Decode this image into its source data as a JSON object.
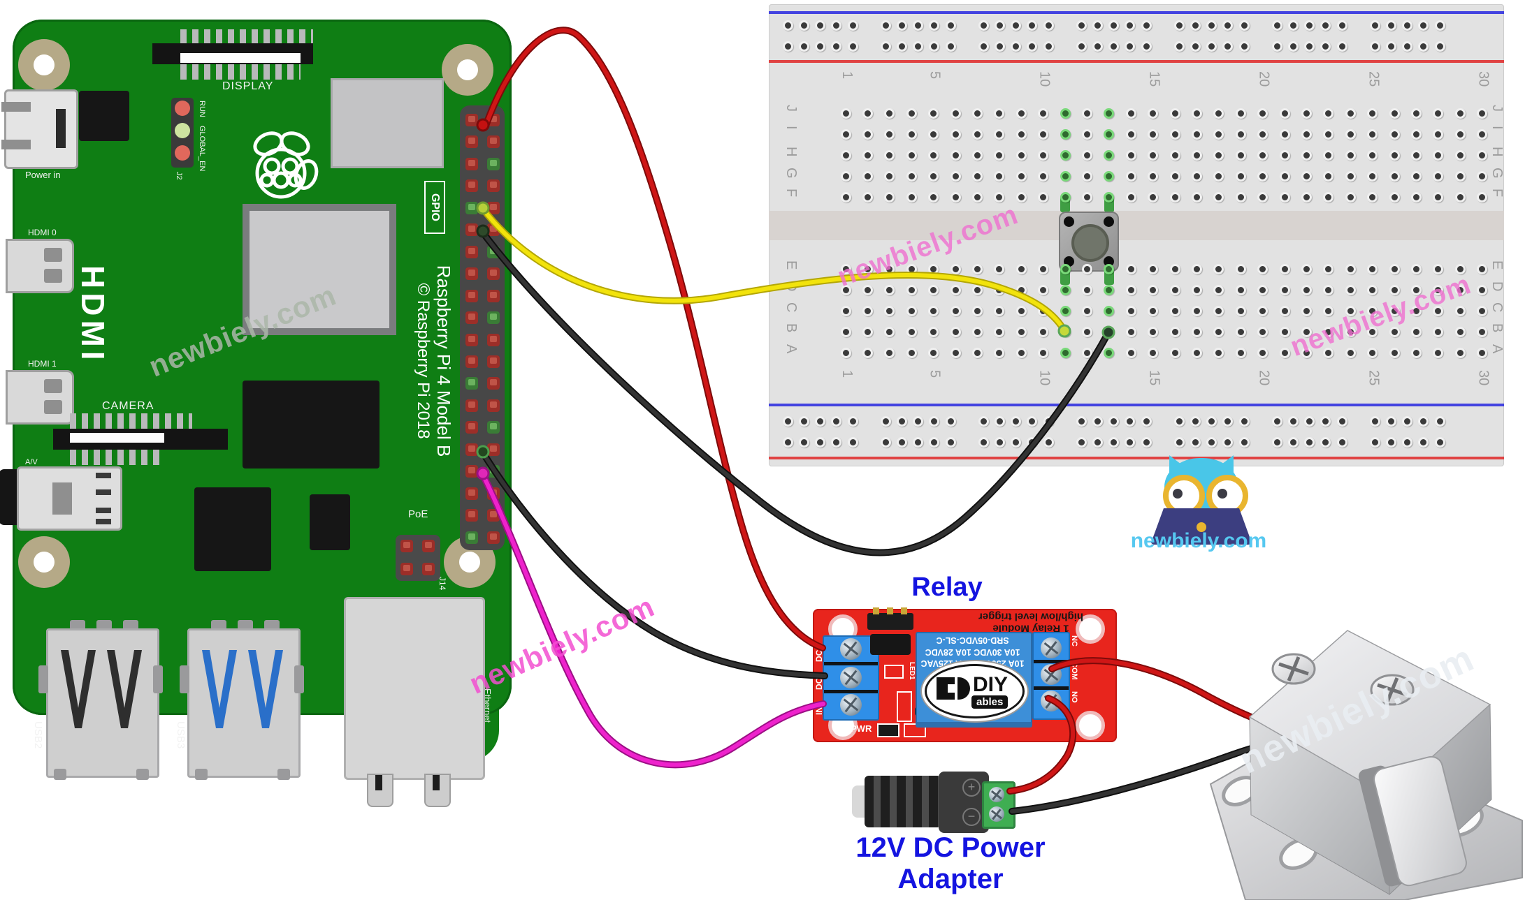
{
  "pi": {
    "labels": {
      "power_in": "Power in",
      "display": "DISPLAY",
      "run": "RUN",
      "global_en": "GLOBAL_EN",
      "j2": "J2",
      "gpio": "GPIO",
      "board_name": "Raspberry Pi 4 Model B",
      "copyright": "© Raspberry Pi 2018",
      "hdmi_big": "HDMI",
      "hdmi0": "HDMI 0",
      "hdmi1": "HDMI 1",
      "camera": "CAMERA",
      "av": "A/V",
      "poe": "PoE",
      "j14": "J14",
      "usb2": "USB2",
      "usb3": "USB3",
      "ethernet": "Ethernet"
    }
  },
  "breadboard": {
    "row_labels_top": [
      "J",
      "I",
      "H",
      "G",
      "F"
    ],
    "row_labels_bottom": [
      "E",
      "D",
      "C",
      "B",
      "A"
    ],
    "column_numbers": [
      "1",
      "5",
      "10",
      "15",
      "20",
      "25",
      "30"
    ],
    "numbered_columns": [
      1,
      5,
      10,
      15,
      20,
      25,
      30
    ],
    "highlight_columns": [
      11,
      13
    ]
  },
  "relay": {
    "title": "Relay",
    "module_line1": "1 Relay Module",
    "module_line2": "high/low level trigger",
    "relay_text": [
      "SRD-05VDC-SL-C",
      "10A 30VDC 10A 28VDC",
      "10A 250VAC 10A 125VAC"
    ],
    "logo_top": "DIY",
    "logo_bottom": "ables",
    "pwr": "PWR",
    "led1": "LED1",
    "input_terminals": [
      "DC+",
      "DC-",
      "IN"
    ],
    "output_terminals": [
      "NC",
      "COM",
      "NO"
    ]
  },
  "adapter": {
    "label": "12V DC Power Adapter",
    "plus": "+",
    "minus": "−"
  },
  "branding": {
    "watermark": "newbiely.com",
    "logo_text": "newbiely.com"
  },
  "colors": {
    "pi_green": "#0f7e14",
    "breadboard_gray": "#e2e2e2",
    "relay_red": "#e8251d",
    "label_blue": "#1414e0",
    "highlight_green": "#79d979",
    "wire_red": "#cf1616",
    "wire_yellow": "#f2e30c",
    "wire_black": "#333333",
    "wire_pink": "#ee22cc"
  }
}
